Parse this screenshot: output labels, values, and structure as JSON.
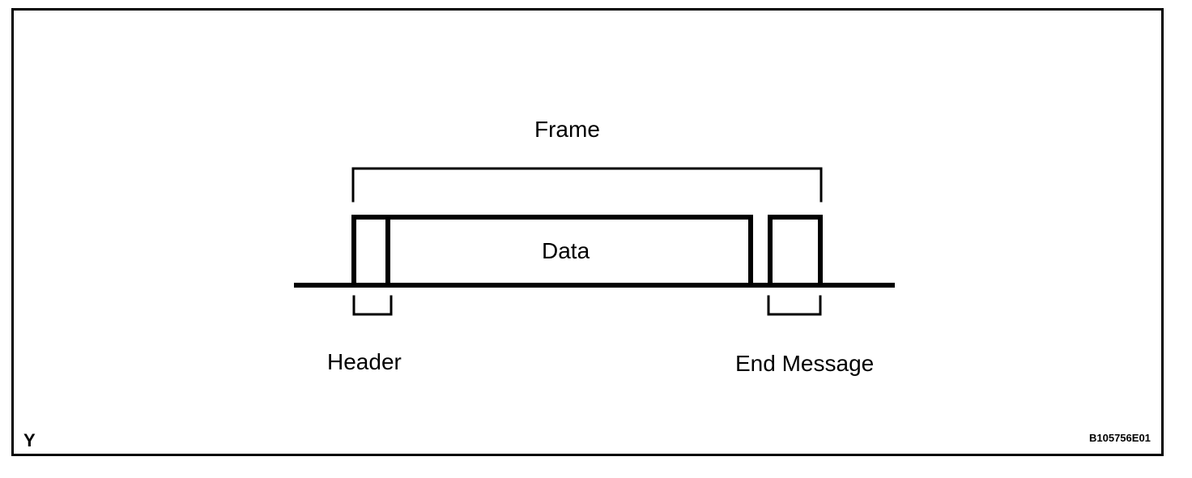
{
  "figure": {
    "type": "timing-waveform-diagram",
    "corner_mark": "Y",
    "figure_code": "B105756E01",
    "border_color": "#000000",
    "background_color": "#ffffff",
    "line_color": "#000000"
  },
  "labels": {
    "frame": "Frame",
    "data": "Data",
    "header": "Header",
    "end_message": "End Message"
  },
  "chart_data": {
    "type": "line",
    "title": "Frame",
    "xlabel": "",
    "ylabel": "",
    "description": "Serial communication bus frame timing waveform showing a Header pulse, a Data block, and an End Message pulse on a two-level (low/high) signal line.",
    "levels": {
      "low": 0,
      "high": 1
    },
    "xlim": [
      363,
      1105
    ],
    "signal_points": [
      {
        "x": 363,
        "y": 0
      },
      {
        "x": 436,
        "y": 0
      },
      {
        "x": 436,
        "y": 1
      },
      {
        "x": 479,
        "y": 1
      },
      {
        "x": 479,
        "y": 0
      },
      {
        "x": 479,
        "y": 0
      },
      {
        "x": 479,
        "y": 1
      },
      {
        "x": 926,
        "y": 1
      },
      {
        "x": 926,
        "y": 0
      },
      {
        "x": 950,
        "y": 0
      },
      {
        "x": 950,
        "y": 1
      },
      {
        "x": 1014,
        "y": 1
      },
      {
        "x": 1014,
        "y": 0
      },
      {
        "x": 1105,
        "y": 0
      }
    ],
    "segments": [
      {
        "name": "Header",
        "start": 436,
        "end": 483,
        "level": "high-pulse"
      },
      {
        "name": "Data",
        "start": 479,
        "end": 926,
        "level": "high-block"
      },
      {
        "name": "End Message",
        "start": 948,
        "end": 1014,
        "level": "high-pulse"
      }
    ],
    "brackets": [
      {
        "name": "Frame",
        "orientation": "top",
        "start": 435,
        "end": 1015
      },
      {
        "name": "Header",
        "orientation": "bottom",
        "start": 436,
        "end": 483
      },
      {
        "name": "End Message",
        "orientation": "bottom",
        "start": 948,
        "end": 1013
      }
    ],
    "legend": []
  }
}
